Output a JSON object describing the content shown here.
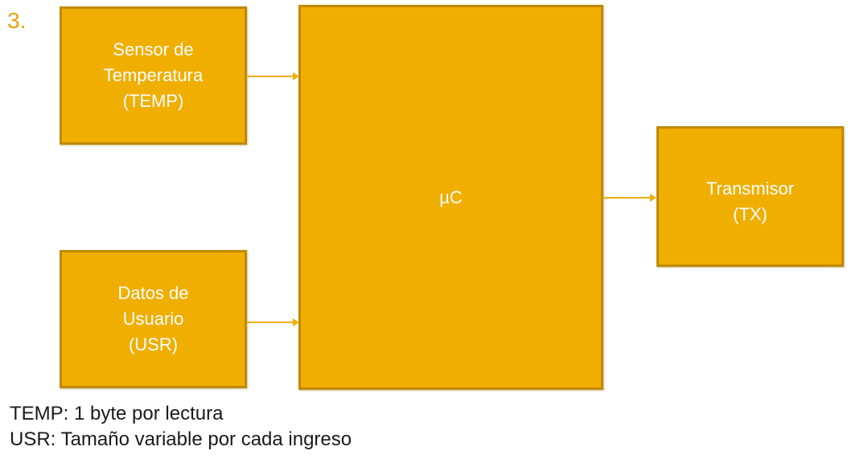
{
  "step_number": "3.",
  "blocks": {
    "temp": {
      "lines": [
        "Sensor de",
        "Temperatura",
        "(TEMP)"
      ]
    },
    "usr": {
      "lines": [
        "Datos de",
        "Usuario",
        "(USR)"
      ]
    },
    "mc": {
      "label": "µC"
    },
    "tx": {
      "lines": [
        "Transmisor",
        "(TX)"
      ]
    }
  },
  "connections": [
    {
      "from": "TEMP",
      "to": "µC"
    },
    {
      "from": "USR",
      "to": "µC"
    },
    {
      "from": "µC",
      "to": "TX"
    }
  ],
  "notes": [
    "TEMP: 1 byte por lectura",
    "USR: Tamaño variable por cada ingreso"
  ],
  "colors": {
    "block_fill": "#f0ae00",
    "block_border": "#c08a00",
    "arrow": "#f0ae00",
    "step_number": "#e8a20a"
  }
}
